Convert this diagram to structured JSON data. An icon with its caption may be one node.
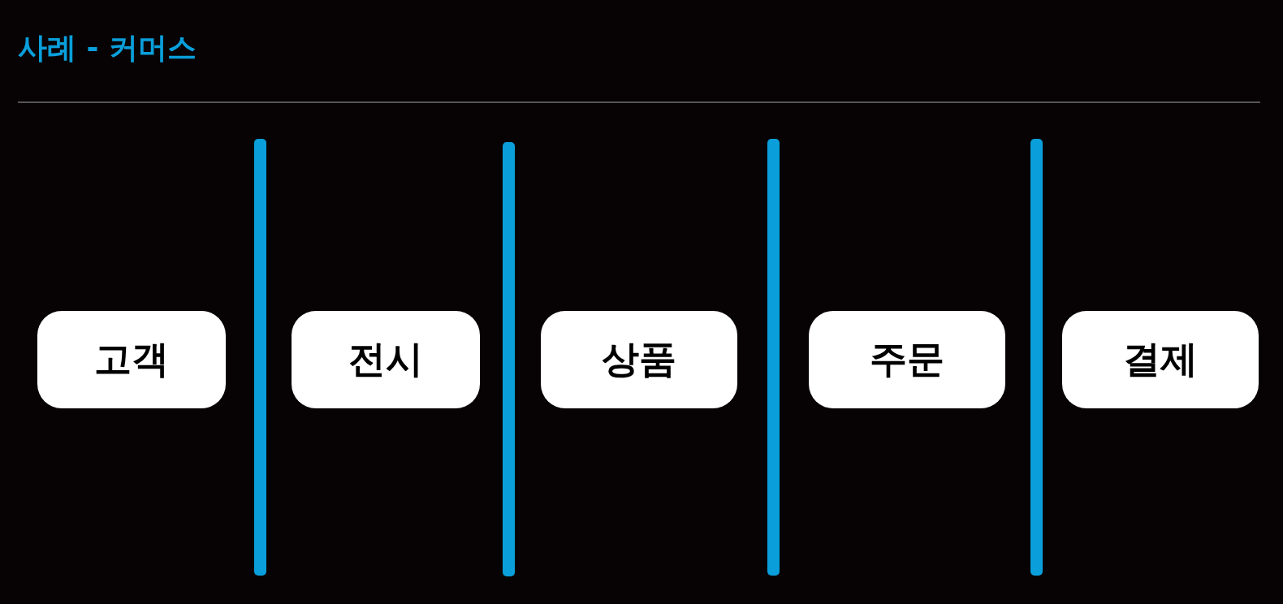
{
  "diagram": {
    "title": "사례 - 커머스",
    "nodes": [
      {
        "text": [
          "고객"
        ]
      },
      {
        "text": [],
        "shape": "bar"
      },
      {
        "text": [
          "전시"
        ]
      },
      {
        "text": [],
        "shape": "bar"
      },
      {
        "text": [
          "상품"
        ]
      },
      {
        "text": [],
        "shape": "bar"
      },
      {
        "text": [
          "주문"
        ]
      },
      {
        "text": [],
        "shape": "bar"
      },
      {
        "text": [
          "결제"
        ]
      }
    ]
  }
}
